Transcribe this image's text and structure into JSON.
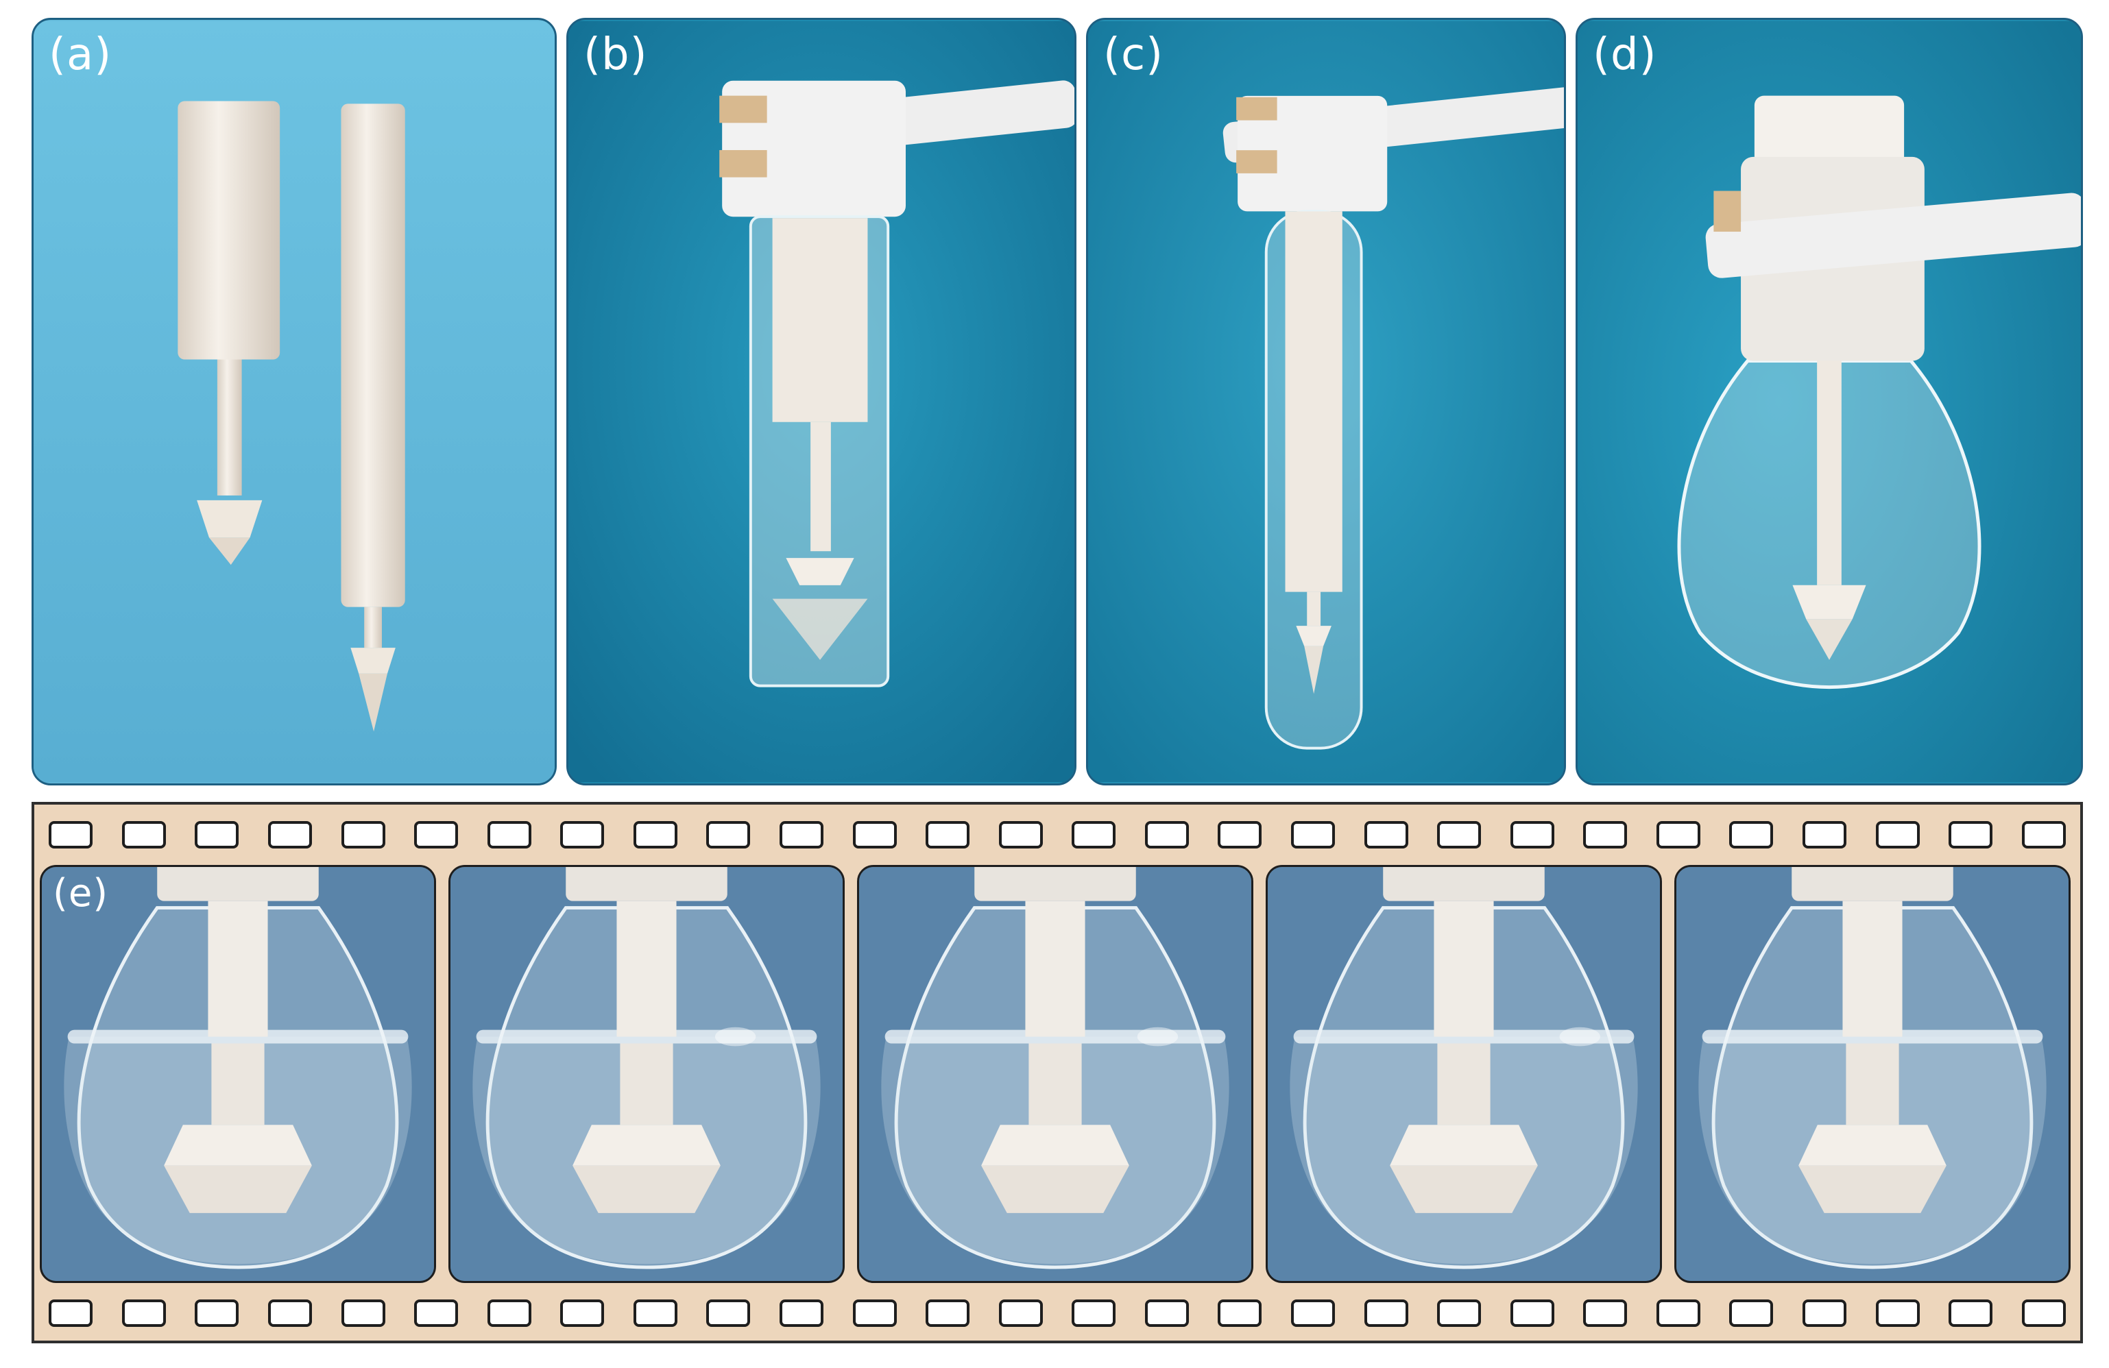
{
  "panels": [
    {
      "label": "(a)",
      "scene": "printed-parts-on-blue"
    },
    {
      "label": "(b)",
      "scene": "spinner-in-wide-tube"
    },
    {
      "label": "(c)",
      "scene": "spinner-in-test-tube"
    },
    {
      "label": "(d)",
      "scene": "spinner-in-flask"
    }
  ],
  "filmstrip": {
    "label": "(e)",
    "frame_count": 5,
    "frames": [
      {
        "id": "frame-1"
      },
      {
        "id": "frame-2"
      },
      {
        "id": "frame-3"
      },
      {
        "id": "frame-4"
      },
      {
        "id": "frame-5"
      }
    ],
    "hole_count": 28
  },
  "colors": {
    "panel_a_bg": "#5fb6d8",
    "panel_bg": "#1f8fb3",
    "frame_bg": "#5b82a6",
    "film_bg": "#edd6bc",
    "part_white": "#f3efe8"
  }
}
